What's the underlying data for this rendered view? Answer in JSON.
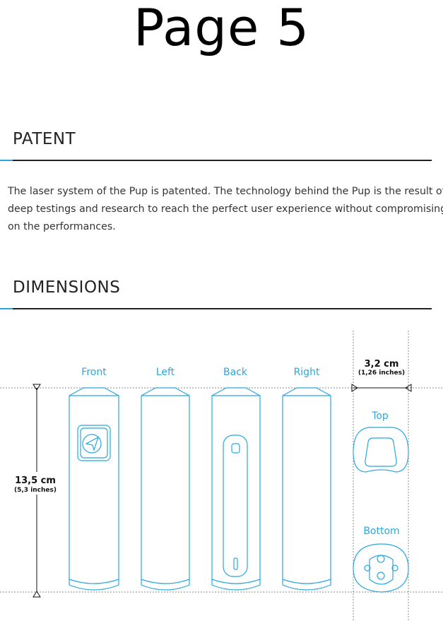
{
  "page_title": "Page 5",
  "patent": {
    "heading": "PATENT",
    "lines": [
      "The laser system of the Pup is patented. The technology behind the Pup is the result of",
      "deep testings and research to reach the perfect user experience without compromising",
      "on the performances."
    ]
  },
  "dimensions": {
    "heading": "DIMENSIONS",
    "views": [
      "Front",
      "Left",
      "Back",
      "Right"
    ],
    "top_label": "Top",
    "bottom_label": "Bottom",
    "height_value": "13,5 cm",
    "height_inches": "(5,3 inches)",
    "width_value": "3,2 cm",
    "width_inches": "(1,26 inches)"
  },
  "colors": {
    "accent": "#29a8e0",
    "rule": "#222222"
  }
}
